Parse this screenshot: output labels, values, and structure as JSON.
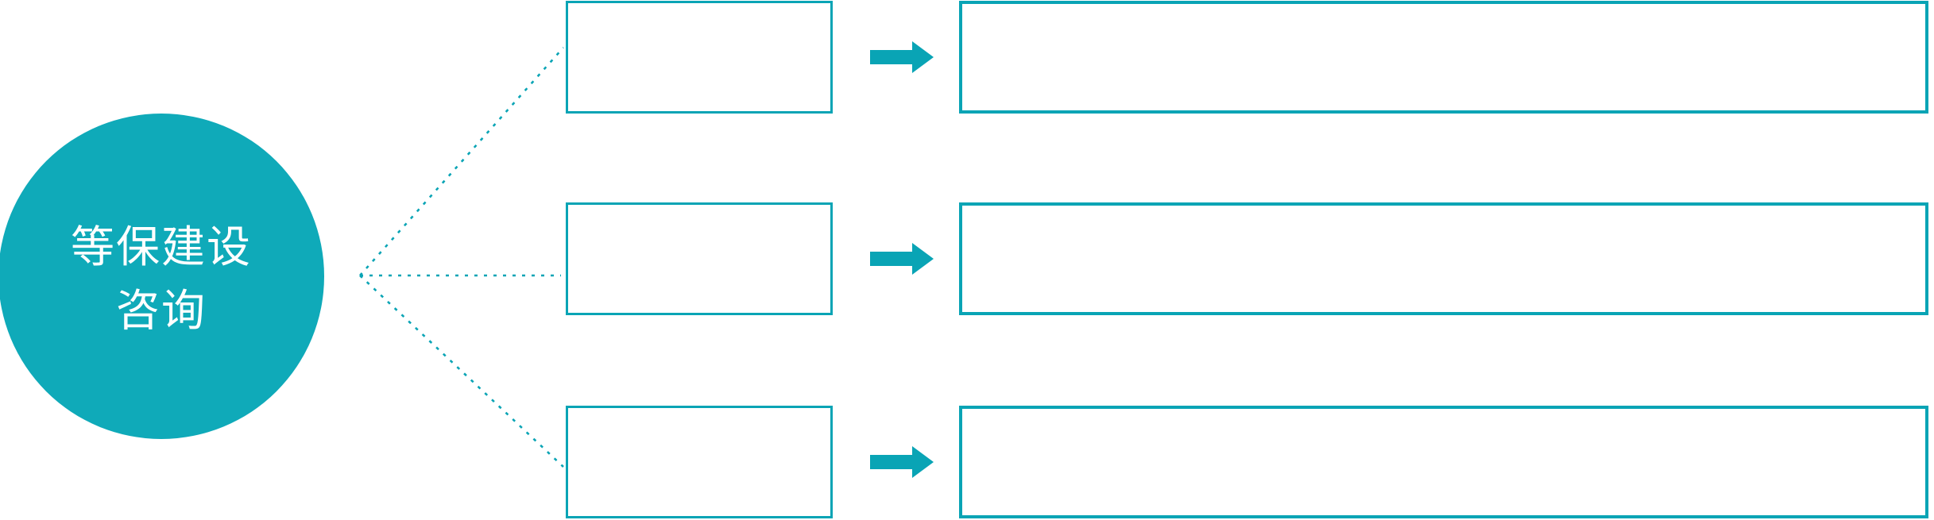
{
  "diagram": {
    "accent_color": "#09a4b5",
    "circle_fill_color": "#0faab9",
    "circle_text_color": "#ffffff",
    "root": {
      "label_line1": "等保建设",
      "label_line2": "咨询"
    },
    "rows": [
      {
        "small_box_text": "",
        "large_box_text": ""
      },
      {
        "small_box_text": "",
        "large_box_text": ""
      },
      {
        "small_box_text": "",
        "large_box_text": ""
      }
    ],
    "arrow_icon": "right-arrow",
    "connector_style": "dotted"
  }
}
